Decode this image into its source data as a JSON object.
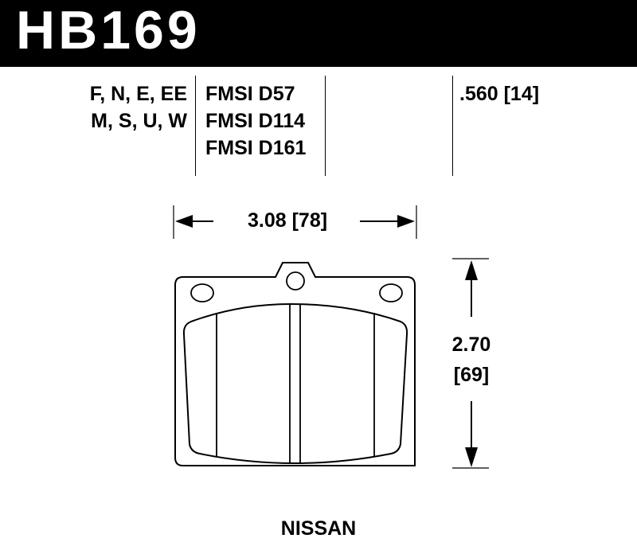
{
  "part_number": "HB169",
  "compound_codes": [
    "F, N, E, EE",
    "M, S, U, W"
  ],
  "fmsi_numbers": [
    "FMSI D57",
    "FMSI D114",
    "FMSI D161"
  ],
  "thickness": ".560 [14]",
  "width_dimension": "3.08 [78]",
  "height_dimension": {
    "inches": "2.70",
    "mm": "[69]"
  },
  "vehicle_make": "NISSAN"
}
